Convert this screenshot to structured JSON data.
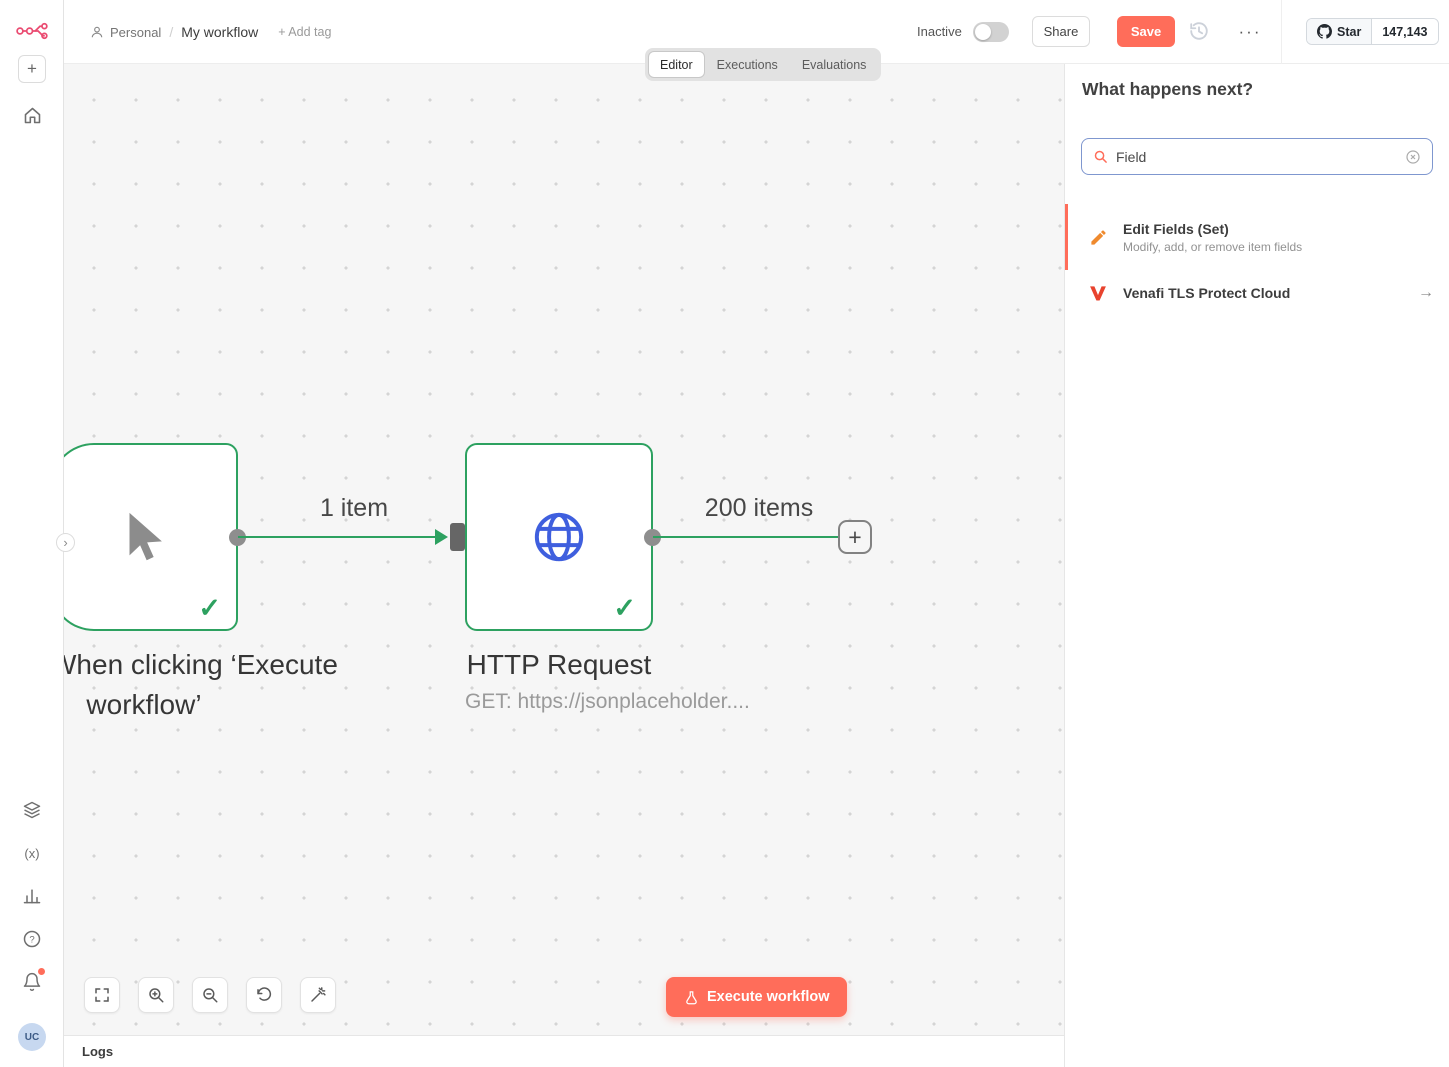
{
  "colors": {
    "brand_orange": "#ff6d5a",
    "success_green": "#2da160",
    "node_blue": "#3f5fde",
    "venafi_red": "#e8432e",
    "pencil_orange": "#ef8a2e"
  },
  "glyphs": {
    "plus": "+",
    "check": "✓",
    "ellipsis": "···",
    "chevron_right": "›",
    "arrow_right": "→",
    "variables": "(x)",
    "question": "?"
  },
  "sidebar": {
    "avatar_initials": "UC"
  },
  "header": {
    "breadcrumb": {
      "project": "Personal",
      "separator": "/",
      "workflow": "My workflow",
      "add_tag": "+ Add tag"
    },
    "tabs": [
      {
        "label": "Editor",
        "active": true
      },
      {
        "label": "Executions",
        "active": false
      },
      {
        "label": "Evaluations",
        "active": false
      }
    ],
    "activation": {
      "label": "Inactive"
    },
    "share_label": "Share",
    "save_label": "Save",
    "github": {
      "star_label": "Star",
      "star_count": "147,143"
    }
  },
  "canvas": {
    "nodes": [
      {
        "id": "manual-trigger",
        "label_line1": "When clicking ‘Execute",
        "label_line2": "workflow’"
      },
      {
        "id": "http-request",
        "label": "HTTP Request",
        "subtitle": "GET: https://jsonplaceholder...."
      }
    ],
    "connections": [
      {
        "label": "1 item"
      },
      {
        "label": "200 items"
      }
    ],
    "execute_button_label": "Execute workflow",
    "logs_label": "Logs"
  },
  "panel": {
    "title": "What happens next?",
    "search": {
      "value": "Field"
    },
    "results": [
      {
        "title": "Edit Fields (Set)",
        "subtitle": "Modify, add, or remove item fields"
      },
      {
        "title": "Venafi TLS Protect Cloud"
      }
    ]
  }
}
